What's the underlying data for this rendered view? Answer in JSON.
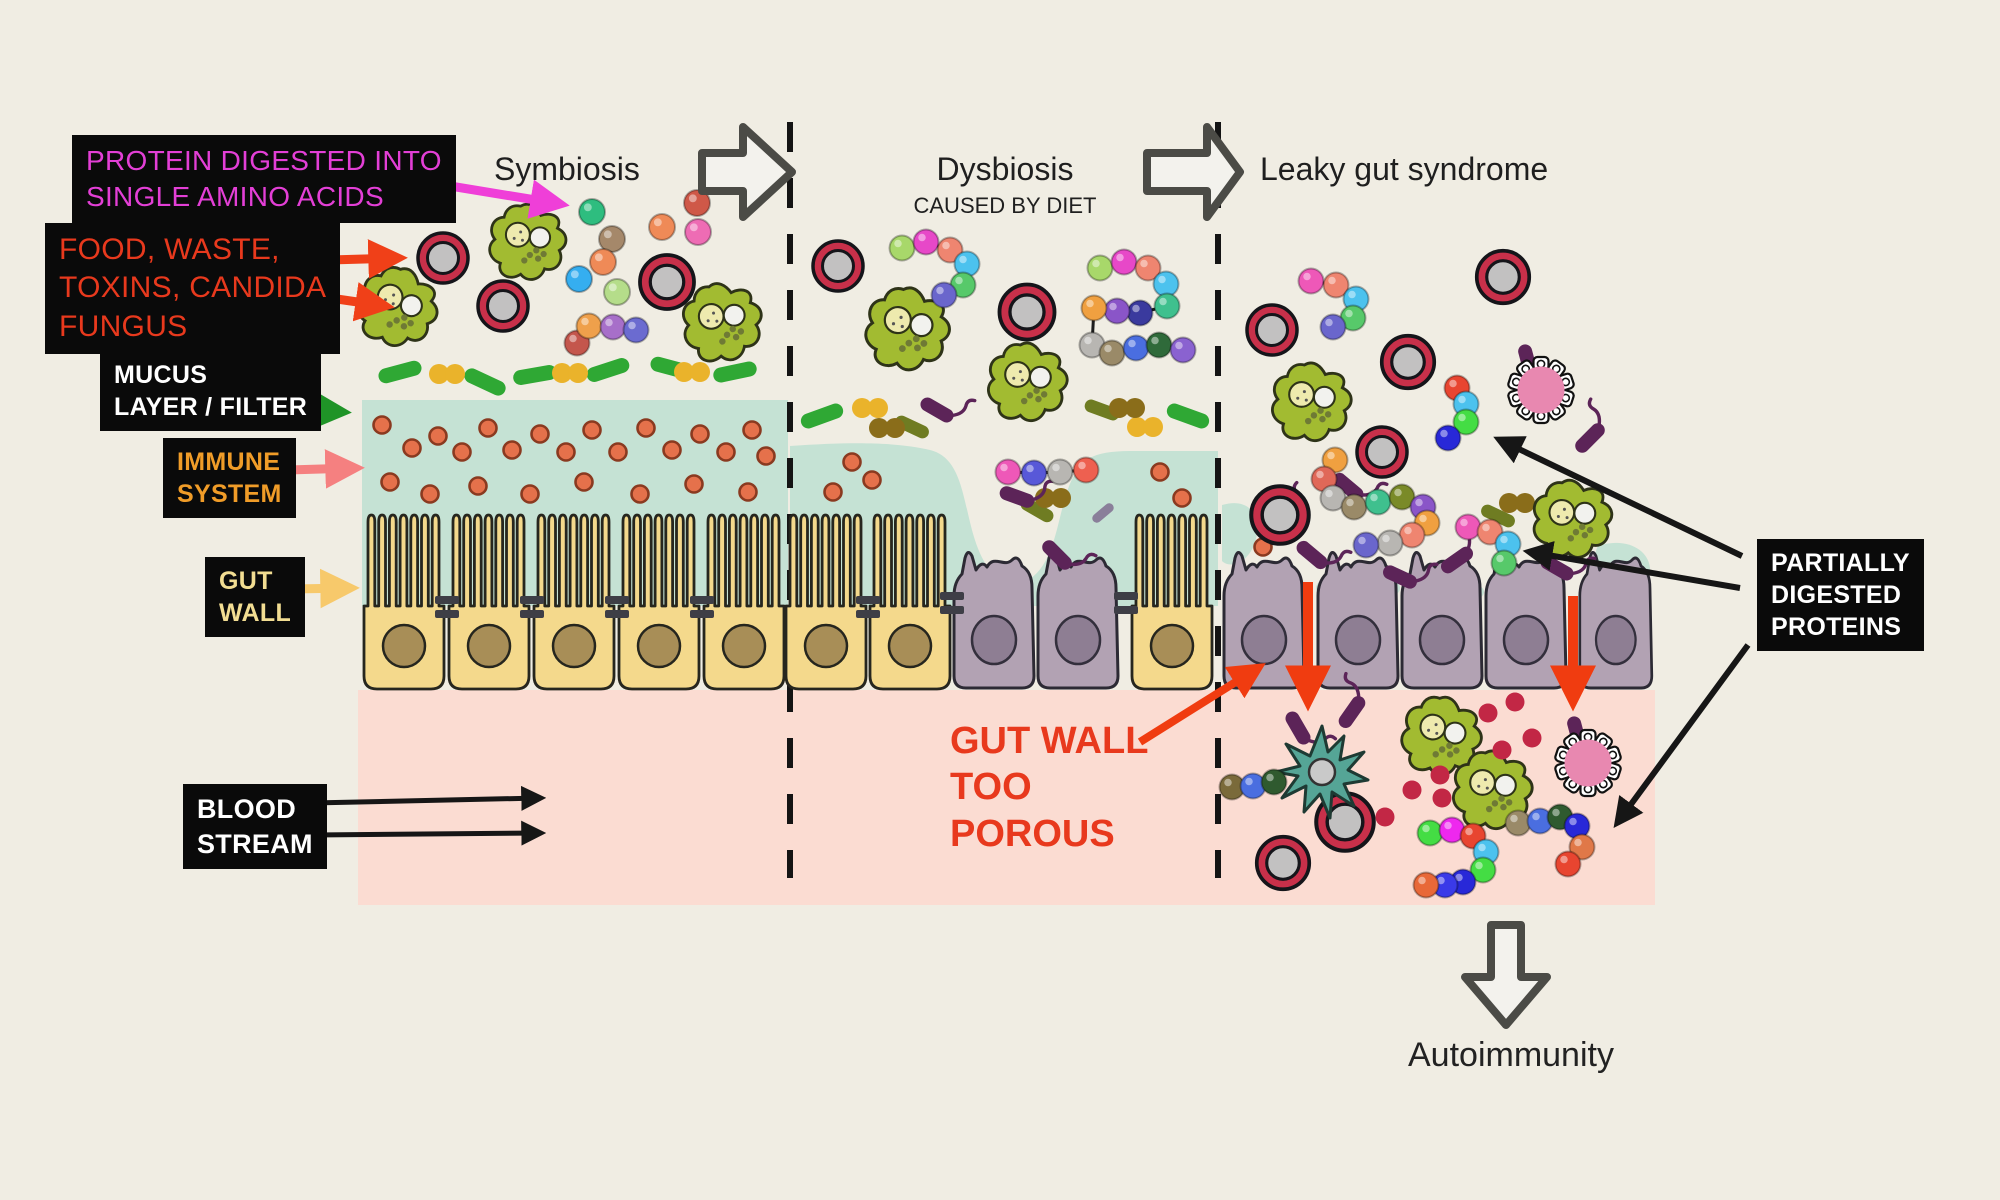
{
  "title": "Leaky gut syndrome diagram",
  "stages": {
    "stage1": "Symbiosis",
    "stage2": "Dysbiosis",
    "stage2_subtitle": "CAUSED BY DIET",
    "stage3": "Leaky gut syndrome",
    "outcome": "Autoimmunity"
  },
  "labels": {
    "protein": {
      "text": "PROTEIN DIGESTED INTO\nSINGLE AMINO ACIDS",
      "color": "#e33fd6"
    },
    "food": {
      "text": "FOOD, WASTE,\nTOXINS, CANDIDA\nFUNGUS",
      "color": "#e8391d"
    },
    "mucus": {
      "text": "MUCUS\nLAYER / FILTER",
      "color": "#ffffff"
    },
    "immune": {
      "text": "IMMUNE\nSYSTEM",
      "color": "#f09c28"
    },
    "gut_wall": {
      "text": "GUT\nWALL",
      "color": "#f2dd92"
    },
    "blood": {
      "text": "BLOOD\nSTREAM",
      "color": "#ffffff"
    },
    "porous": {
      "text": "GUT WALL\nTOO\nPOROUS",
      "color": "#e8391d"
    },
    "partially": {
      "text": "PARTIALLY\nDIGESTED\nPROTEINS",
      "color": "#ffffff"
    }
  },
  "colors": {
    "background": "#f0ede3",
    "mucus_layer": "#c5e2d4",
    "gut_wall_cell": "#f4d98c",
    "gut_wall_nucleus": "#a88e57",
    "damaged_cell": "#b2a2b3",
    "damaged_nucleus": "#8e7e93",
    "blood_stream": "#fbdcd2",
    "food_particle_ring": "#c8304a",
    "candida_body": "#a2bb31",
    "good_bacteria": "#2fa834",
    "bad_bacteria": "#5c2458",
    "immune_dot": "#e5714b",
    "dendritic_cell": "#55a596",
    "virus_particle": "#e888b0",
    "arrow_magenta": "#ef3fd8",
    "arrow_red": "#f04018",
    "arrow_green": "#1f9427",
    "arrow_salmon": "#f58080",
    "arrow_yellow": "#f7c96b",
    "arrow_black": "#161616"
  }
}
